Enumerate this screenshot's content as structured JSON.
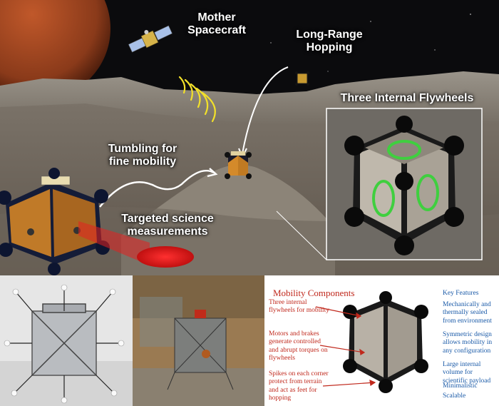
{
  "scene": {
    "label_mother": "Mother\nSpacecraft",
    "label_hopping": "Long-Range\nHopping",
    "label_flywheels": "Three Internal Flywheels",
    "label_tumbling": "Tumbling for\nfine mobility",
    "label_science": "Targeted science\nmeasurements"
  },
  "panel": {
    "title": "Mobility Components",
    "components": [
      "Three internal flywheels for mobility",
      "Motors and brakes generate controlled and abrupt torques on flywheels",
      "Spikes on each corner protect from terrain and act as feet for hopping"
    ],
    "features_title": "Key Features",
    "features": [
      "Mechanically and thermally sealed from environment",
      "Symmetric design allows mobility in any configuration",
      "Large internal volume for scientific payload",
      "Minimalistic",
      "Scalable"
    ]
  },
  "colors": {
    "component_text": "#c0281c",
    "feature_text": "#1a5aa8",
    "flywheel_arrow": "#3fcf3f",
    "signal": "#f2e02a",
    "laser": "#e32020"
  }
}
